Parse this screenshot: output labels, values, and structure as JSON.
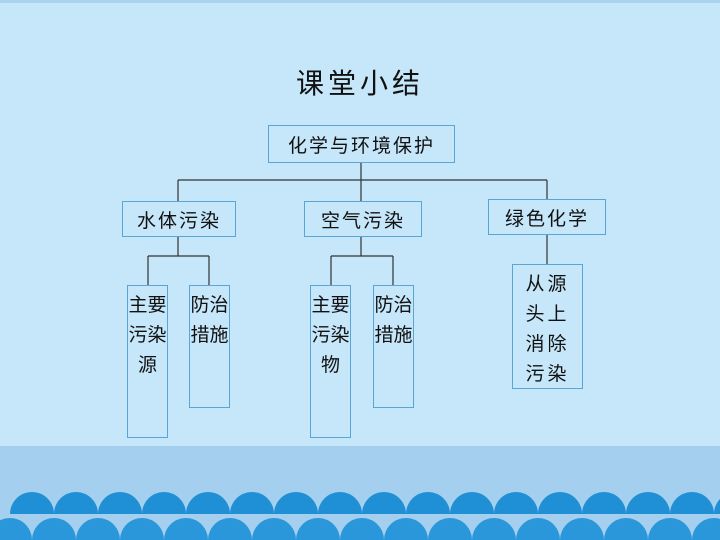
{
  "title": "课堂小结",
  "root": "化学与环境保护",
  "branches": [
    {
      "label": "水体污染",
      "children": [
        "主要污染源",
        "防治措施"
      ]
    },
    {
      "label": "空气污染",
      "children": [
        "主要污染物",
        "防治措施"
      ]
    },
    {
      "label": "绿色化学",
      "children": [
        "从源头上消除污染"
      ]
    }
  ],
  "colors": {
    "background": "#c6e6fa",
    "box_border": "#5aa5d8",
    "wave": "#1f8fd6",
    "band": "#a5cfee"
  }
}
